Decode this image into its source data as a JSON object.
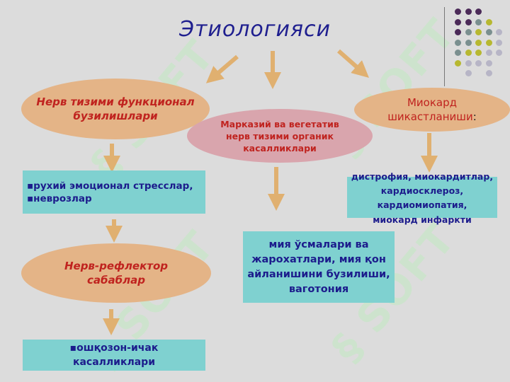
{
  "title": "Этиологияси",
  "nodes": {
    "nerve_functional": "Нерв тизими функционал бузилишлари",
    "central_vegetative": "Марказий ва вегетатив нерв тизими органик касалликлари",
    "myocardial": "Миокард шикастланиши",
    "myocardial_colon": ":",
    "stress": "рухий эмоционал стресслар,",
    "neurosis": "неврозлар",
    "myocardial_list": "дистрофия, миокардитлар, кардиосклероз, кардиомиопатия,",
    "myocardial_infarct": "миокард инфаркти",
    "brain": "мия ўсмалари ва жарохатлари, мия қон   айланишини бузилиши, ваготония",
    "nerve_reflex": "Нерв-рефлектор сабаблар",
    "gi": "ошқозон-ичак касалликлари"
  },
  "colors": {
    "background": "#dcdcdc",
    "ellipse_orange": "#e4b487",
    "ellipse_pink": "#d9a5ad",
    "box_teal": "#7fd1d0",
    "arrow": "#e0b070",
    "title": "#1f1f8f",
    "red_text": "#c0231f",
    "navy_text": "#1c1c8c"
  },
  "decoration": {
    "dot_colors": [
      "#4b2a58",
      "#7a8f8f",
      "#b7b830",
      "#b7b5c6"
    ]
  }
}
